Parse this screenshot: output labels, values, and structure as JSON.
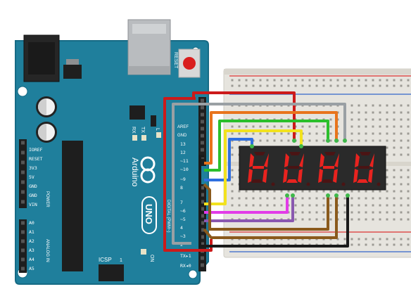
{
  "board": {
    "name": "Arduino",
    "model": "UNO",
    "reset_label": "RESET",
    "icsp_label": "ICSP",
    "icsp_pin1": "1",
    "on_label": "ON",
    "tx_label": "TX",
    "rx_label": "RX",
    "l_label": "L",
    "digital_label": "DIGITAL (PWM~)",
    "analog_label": "ANALOG IN",
    "power_label": "POWER",
    "aref_label": "AREF",
    "gnd_label": "GND",
    "digital_pins": [
      "13",
      "12",
      "~11",
      "~10",
      "~9",
      "8",
      "7",
      "~6",
      "~5",
      "4",
      "~3",
      "2",
      "TX▸1",
      "RX◂0"
    ],
    "power_pins": [
      "IOREF",
      "RESET",
      "3V3",
      "5V",
      "GND",
      "GND",
      "VIN"
    ],
    "analog_pins": [
      "A0",
      "A1",
      "A2",
      "A3",
      "A4",
      "A5"
    ]
  },
  "display": {
    "digits": [
      "H",
      "U",
      "H",
      "U"
    ]
  },
  "colors": {
    "board": "#1f7f9c",
    "board_edge": "#176b85",
    "breadboard": "#e9e7e1",
    "segment_on": "#e8231f",
    "segment_off": "#4a1414",
    "wire_red": "#cc1a1a",
    "wire_gray": "#9aa0a4",
    "wire_orange": "#e8741c",
    "wire_green": "#2bbf2b",
    "wire_yellow": "#f2e21d",
    "wire_blue": "#2f6fe0",
    "wire_brown": "#8a5a1c",
    "wire_magenta": "#e23ce8",
    "wire_purple": "#8a58b0",
    "wire_black": "#1a1a1a"
  }
}
